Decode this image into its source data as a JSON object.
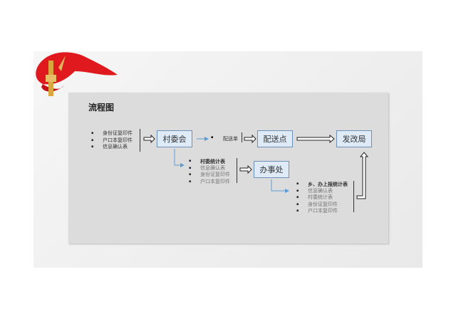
{
  "title": "流程图",
  "boxes": {
    "village": "村委会",
    "delivery": "配送点",
    "ndrc": "发改局",
    "office": "办事处"
  },
  "list_village_input": [
    "身份证复印件",
    "户口本复印件",
    "信息确认表"
  ],
  "delivery_note": "配送单",
  "list_village_output": [
    "村委统计表",
    "信息确认表",
    "身份证复印件",
    "户口本复印件"
  ],
  "list_office_output": [
    "乡、办上报统计表",
    "信息确认表",
    "村委统计表",
    "身份证复印件",
    "户口本复印件"
  ],
  "colors": {
    "box_border": "#6d90b8",
    "box_fill": "#deebf7",
    "arrow_blue": "#5b9bd5",
    "panel": "#dcdcdc"
  }
}
